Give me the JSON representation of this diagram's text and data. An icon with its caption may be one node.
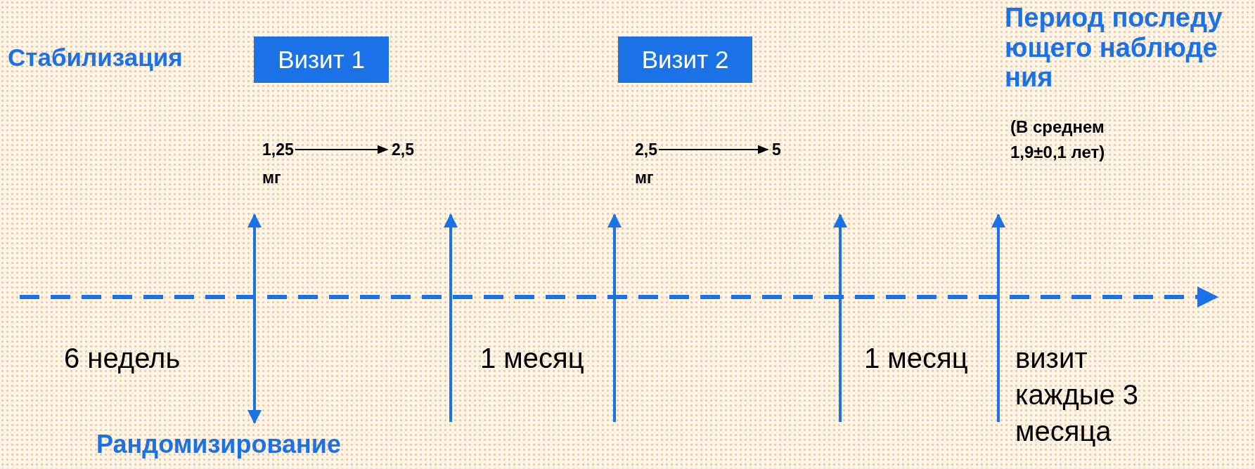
{
  "diagram": {
    "nodes": [
      {
        "text": [
          "Визит 1"
        ]
      },
      {
        "text": [
          "Визит 2"
        ]
      },
      {
        "text": [
          "1,25 мг"
        ]
      },
      {
        "text": [
          "2,5"
        ]
      },
      {
        "text": [
          "2,5 мг"
        ]
      },
      {
        "text": [
          "5"
        ]
      }
    ],
    "edges": [
      {
        "from": 2,
        "to": 3,
        "arrow": "to"
      },
      {
        "from": 4,
        "to": 5,
        "arrow": "to"
      }
    ],
    "labels": [
      "Стабилизация",
      "Период последующего наблюдения",
      "(В среднем 1,9±0,1 лет)",
      "6 недель",
      "1 месяц",
      "1 месяц",
      "визит каждые 3 месяца",
      "Рандомизирование"
    ]
  }
}
